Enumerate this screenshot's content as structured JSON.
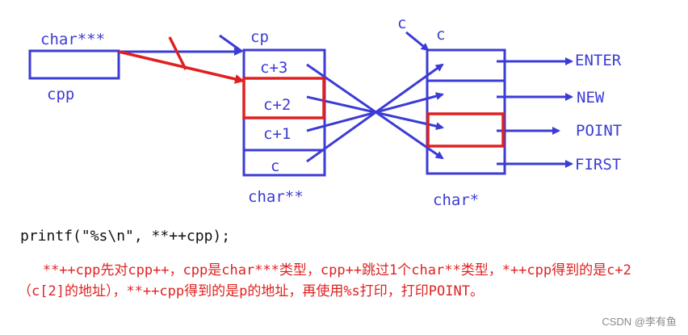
{
  "colors": {
    "diagram_blue": "#3b3bd6",
    "highlight_red": "#e02020"
  },
  "labels": {
    "cpp_type": "char***",
    "cpp_name": "cpp",
    "cp_name": "cp",
    "cp_type": "char**",
    "c_name": "c",
    "c_pointer_label": "c",
    "c_type": "char*"
  },
  "cp_cells": [
    "c+3",
    "c+2",
    "c+1",
    "c"
  ],
  "strings": [
    "ENTER",
    "NEW",
    "POINT",
    "FIRST"
  ],
  "code_line": "printf(\"%s\\n\", **++cpp);",
  "explanation": "   **++cpp先对cpp++，cpp是char***类型，cpp++跳过1个char**类型，*++cpp得到的是c+2（c[2]的地址），**++cpp得到的是p的地址，再使用%s打印，打印POINT。",
  "watermark": "CSDN @李有鱼"
}
